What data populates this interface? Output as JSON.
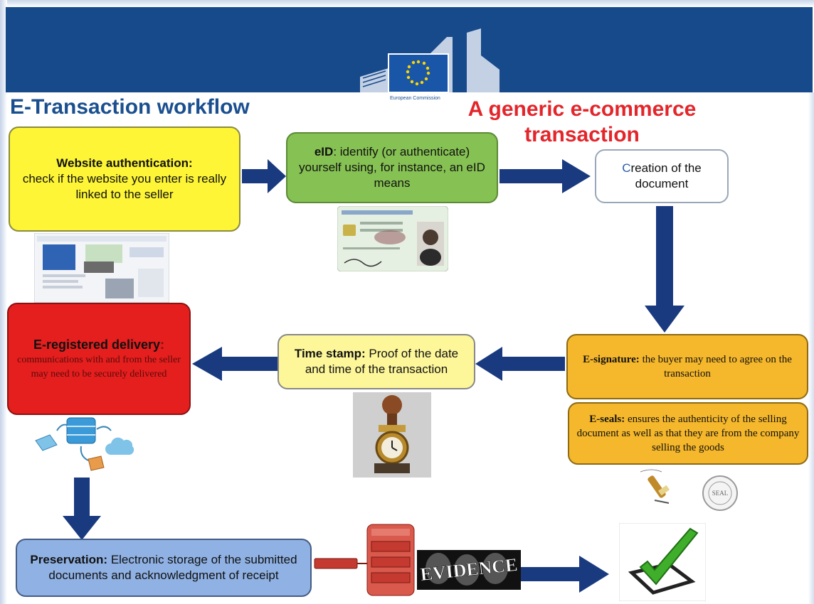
{
  "header": {
    "title_left": "E-Transaction workflow",
    "title_right": "A generic e-commerce transaction",
    "logo_caption": "European Commission",
    "band_color": "#174a8b"
  },
  "steps": {
    "website_auth": {
      "label": "Website authentication:",
      "text": "check if the website you enter is really linked to the seller"
    },
    "eid": {
      "label": "eID",
      "text": ": identify (or authenticate) yourself using, for instance, an eID means"
    },
    "creation": {
      "first_letter": "C",
      "text": "reation of the document"
    },
    "esignature": {
      "label": "E-signature:",
      "text": " the buyer may need to agree on the transaction"
    },
    "eseals": {
      "label": "E-seals:",
      "text": " ensures the authenticity of the selling document as well as that they are from the company selling the goods"
    },
    "timestamp": {
      "label": "Time stamp:",
      "text": " Proof of the date and time of the transaction"
    },
    "eregistered": {
      "label": "E-registered delivery",
      "colon": ":",
      "text": "communications with and from the seller may need to be securely delivered"
    },
    "preservation": {
      "label": "Preservation:",
      "text": " Electronic storage of the submitted documents and acknowledgment of receipt"
    }
  },
  "evidence_word": "EVIDENCE",
  "seal_word": "SEAL",
  "colors": {
    "yellow": "#fdf535",
    "green": "#86c153",
    "orange": "#f5b72b",
    "red": "#e51e1e",
    "blue": "#8fb1e3",
    "arrow": "#1a3a80",
    "check": "#3fae2a"
  }
}
